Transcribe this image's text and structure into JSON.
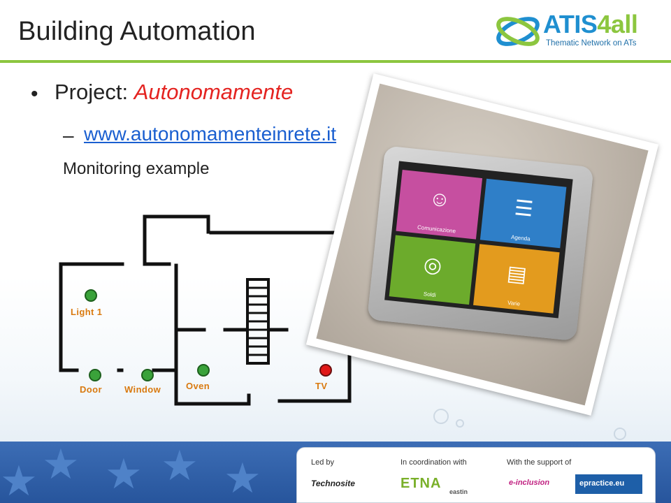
{
  "slide": {
    "title": "Building Automation",
    "bullet_label": "Project: ",
    "project_name": "Autonomamente",
    "dash": "–",
    "link": "www.autonomamenteinrete.it",
    "subtext": "Monitoring example"
  },
  "logo": {
    "name_part1": "ATIS",
    "name_part2": "4all",
    "tagline": "Thematic Network on ATs"
  },
  "devices": [
    {
      "label": "Light 1",
      "status": "on",
      "color": "#3aa23a"
    },
    {
      "label": "Door",
      "status": "on",
      "color": "#3aa23a"
    },
    {
      "label": "Window",
      "status": "on",
      "color": "#3aa23a"
    },
    {
      "label": "Oven",
      "status": "on",
      "color": "#3aa23a"
    },
    {
      "label": "TV",
      "status": "alert",
      "color": "#e01818"
    }
  ],
  "tablet": {
    "tiles": [
      "Comunicazione",
      "Agenda",
      "Soldi",
      "Varie"
    ]
  },
  "footer": {
    "led_by": "Led by",
    "coordination": "In coordination with",
    "support": "With the support of",
    "logos": [
      "Technosite",
      "ETNA",
      "eastin",
      "e-inclusion",
      "epractice.eu"
    ]
  },
  "colors": {
    "accent_green": "#8cc63f",
    "accent_blue": "#1f8fd0",
    "project_red": "#e42320",
    "device_label": "#d97a10"
  }
}
